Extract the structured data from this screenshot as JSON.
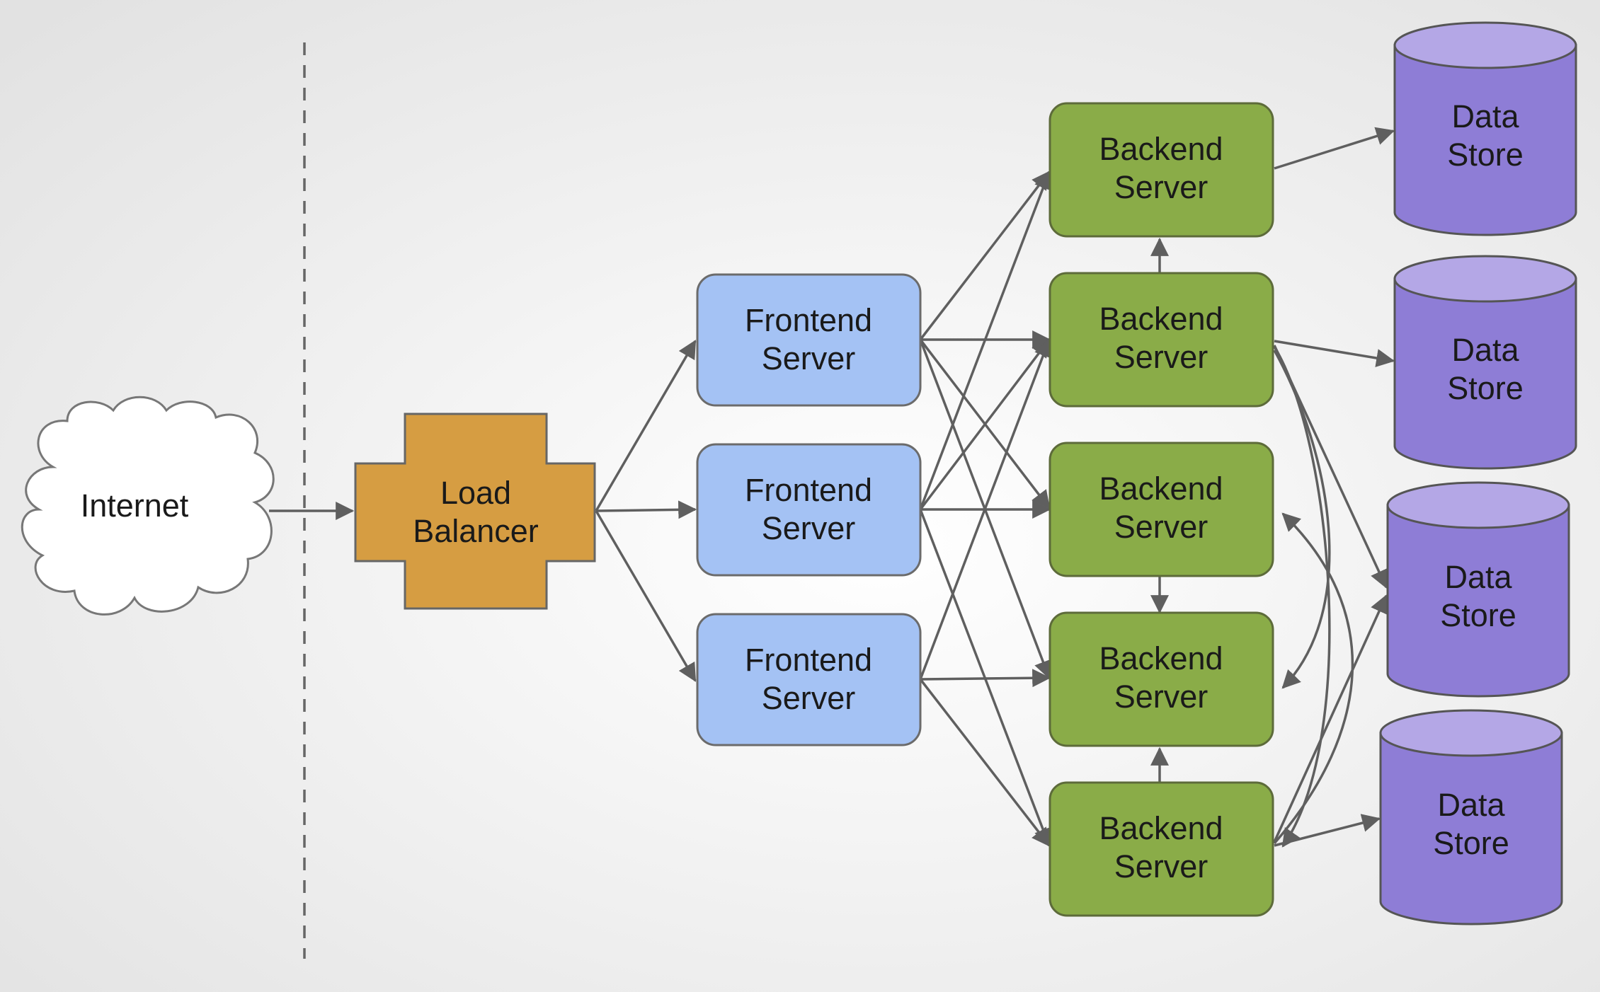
{
  "colors": {
    "frontend": "#a4c2f4",
    "backend": "#8aac48",
    "load_balancer": "#d69d42",
    "data_store": "#8e7dd6",
    "data_store_top": "#b4a7e6",
    "edge": "#5f5f5f"
  },
  "nodes": {
    "internet": {
      "label": "Internet"
    },
    "load_balancer": {
      "label_line1": "Load",
      "label_line2": "Balancer"
    },
    "frontend_servers": [
      {
        "line1": "Frontend",
        "line2": "Server"
      },
      {
        "line1": "Frontend",
        "line2": "Server"
      },
      {
        "line1": "Frontend",
        "line2": "Server"
      }
    ],
    "backend_servers": [
      {
        "line1": "Backend",
        "line2": "Server"
      },
      {
        "line1": "Backend",
        "line2": "Server"
      },
      {
        "line1": "Backend",
        "line2": "Server"
      },
      {
        "line1": "Backend",
        "line2": "Server"
      },
      {
        "line1": "Backend",
        "line2": "Server"
      }
    ],
    "data_stores": [
      {
        "line1": "Data",
        "line2": "Store"
      },
      {
        "line1": "Data",
        "line2": "Store"
      },
      {
        "line1": "Data",
        "line2": "Store"
      },
      {
        "line1": "Data",
        "line2": "Store"
      }
    ]
  }
}
